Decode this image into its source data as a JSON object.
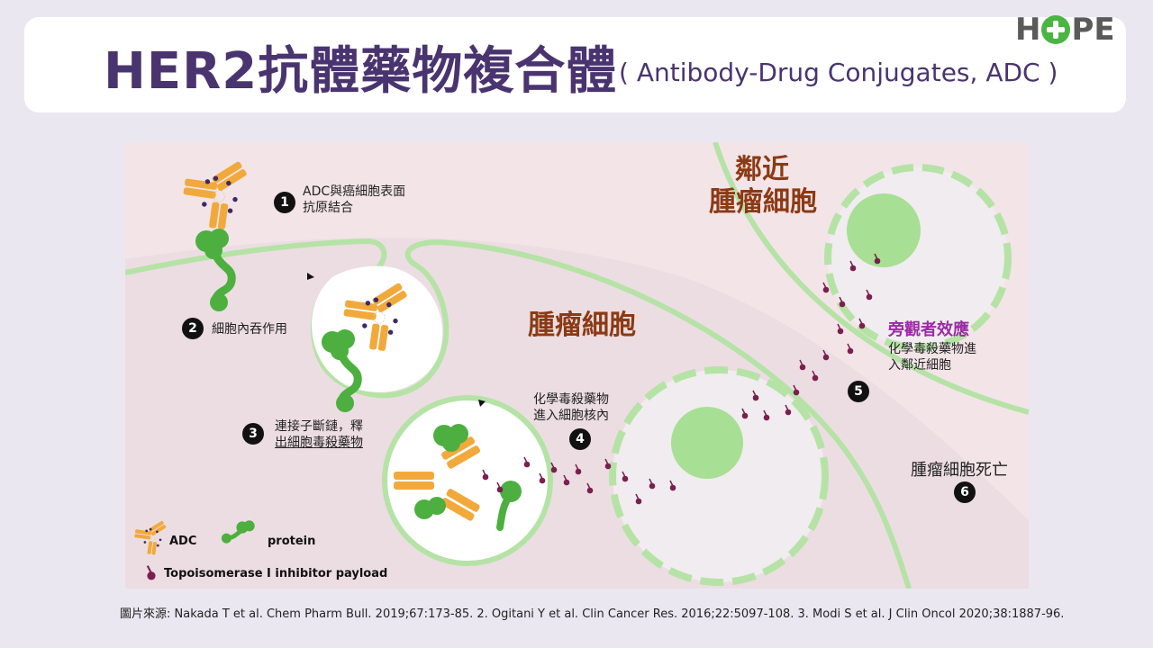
{
  "header": {
    "title_main": "HER2抗體藥物複合體",
    "title_sub": "( Antibody-Drug Conjugates, ADC )"
  },
  "logo": {
    "left": "H",
    "right": "PE",
    "icon": "plus-circle-icon",
    "colors": {
      "text": "#5a5a5a",
      "cross": "#4bb543"
    }
  },
  "diagram": {
    "steps": [
      {
        "number": "1",
        "lines": [
          "ADC與癌細胞表面",
          "抗原結合"
        ]
      },
      {
        "number": "2",
        "lines": [
          "細胞內吞作用"
        ]
      },
      {
        "number": "3",
        "lines": [
          "連接子斷鏈，釋",
          "出細胞毒殺藥物"
        ]
      },
      {
        "number": "4",
        "lines": [
          "化學毒殺藥物",
          "進入細胞核內"
        ]
      },
      {
        "number": "5",
        "lines": [
          "化學毒殺藥物進",
          "入鄰近細胞"
        ]
      },
      {
        "number": "6",
        "lines": [
          "腫瘤細胞死亡"
        ]
      }
    ],
    "bystander_label": "旁觀者效應",
    "tumor_cell_label": "腫瘤細胞",
    "neighbor_cell_label": [
      "鄰近",
      "腫瘤細胞"
    ],
    "legend": {
      "adc": "ADC",
      "protein": "protein",
      "payload": "Topoisomerase I inhibitor payload"
    },
    "colors": {
      "background": "#f3e4e8",
      "membrane": "#b5e3a6",
      "nucleus": "#a7df95",
      "antibody": "#f2a93b",
      "protein": "#4caf3f",
      "payload": "#7a1f4f",
      "label_brown": "#8b3a14",
      "label_purple": "#9b2aa5"
    }
  },
  "citation": "圖片來源: Nakada T et al. Chem Pharm Bull. 2019;67:173-85.  2. Ogitani Y et al. Clin Cancer Res. 2016;22:5097-108.  3. Modi S et al. J Clin Oncol 2020;38:1887-96."
}
